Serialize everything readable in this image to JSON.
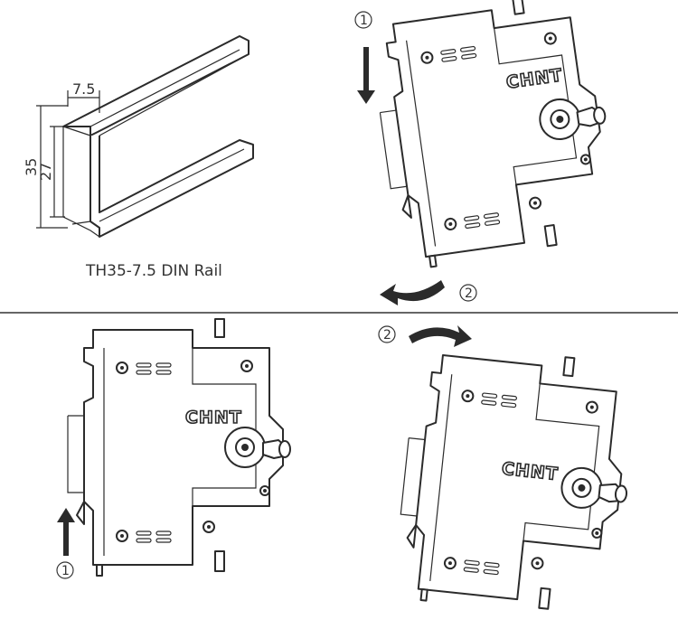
{
  "rail": {
    "caption": "TH35-7.5 DIN Rail",
    "dim_top": "7.5",
    "dim_outer": "35",
    "dim_inner": "27"
  },
  "breaker": {
    "brand": "CHNT"
  },
  "steps": {
    "one": "1",
    "two": "2"
  }
}
